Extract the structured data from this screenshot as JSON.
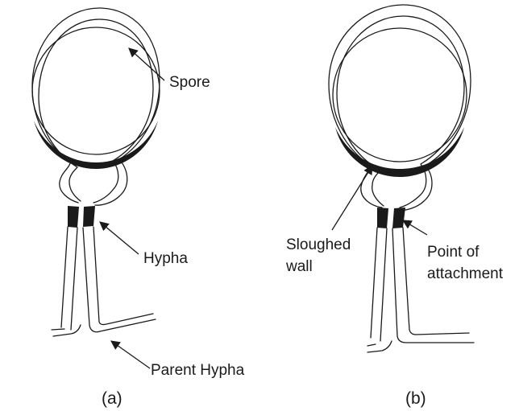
{
  "panels": [
    {
      "caption": "(a)",
      "labels": {
        "spore": "Spore",
        "hypha": "Hypha",
        "parent_hypha": "Parent Hypha"
      }
    },
    {
      "caption": "(b)",
      "labels": {
        "sloughed_line1": "Sloughed",
        "sloughed_line2": "wall",
        "attach_line1": "Point of",
        "attach_line2": "attachment"
      }
    }
  ]
}
